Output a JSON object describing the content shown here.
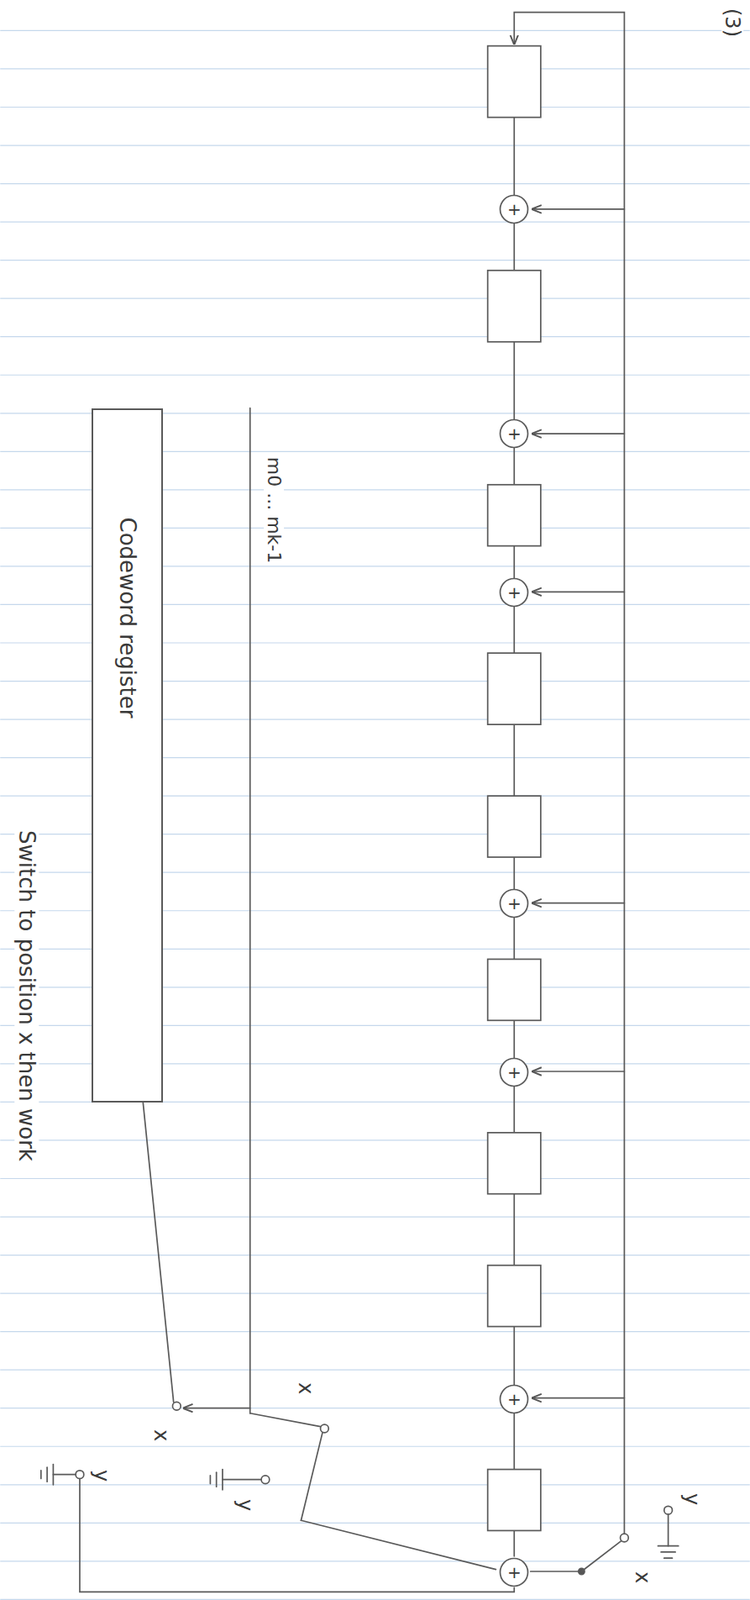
{
  "diagram": {
    "nodes": [
      {
        "text": [
          "+"
        ]
      },
      {
        "text": [
          "+"
        ]
      },
      {
        "text": [
          "+"
        ]
      },
      {
        "text": [
          "+"
        ]
      },
      {
        "text": [
          "+"
        ]
      },
      {
        "text": [
          "+"
        ]
      },
      {
        "text": [
          "+"
        ]
      },
      {
        "text": [
          "Codeword register"
        ]
      }
    ],
    "labels": [
      "(3)",
      "m0 ... mk-1",
      "x",
      "y",
      "x",
      "y",
      "x",
      "y",
      "Switch to position x then work"
    ]
  }
}
